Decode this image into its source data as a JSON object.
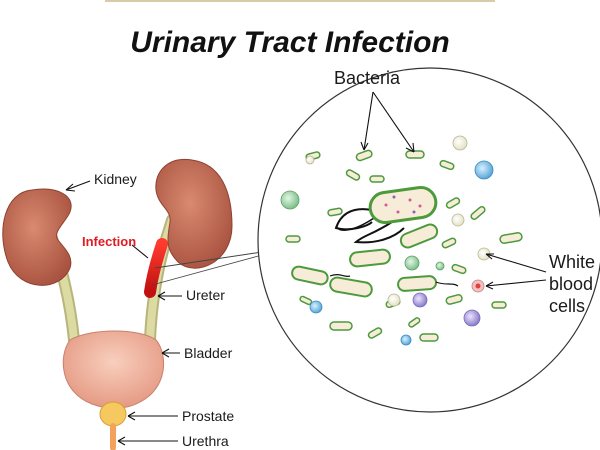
{
  "title": "Urinary Tract Infection",
  "labels": {
    "kidney": "Kidney",
    "infection": "Infection",
    "ureter": "Ureter",
    "bladder": "Bladder",
    "prostate": "Prostate",
    "urethra": "Urethra",
    "bacteria": "Bacteria",
    "white_line1": "White",
    "white_line2": "blood",
    "white_line3": "cells"
  },
  "colors": {
    "infection_label": "#e01b24",
    "kidney": "#c9705a",
    "ureter": "#d9d8a0",
    "bladder": "#f0b6a0",
    "prostate": "#f5c860",
    "bacteria_outline": "#4c9a3c",
    "bacteria_fill": "#f7ecd8"
  }
}
